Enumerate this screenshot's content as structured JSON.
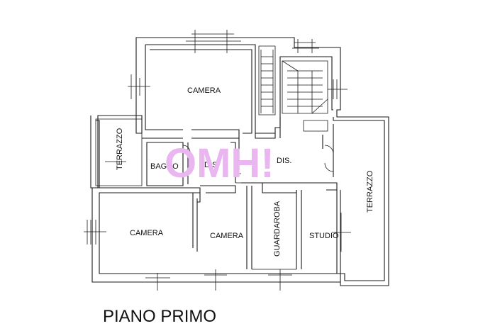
{
  "plan": {
    "title": "PIANO PRIMO",
    "watermark": "OMH!",
    "rooms": {
      "camera_top": "CAMERA",
      "terrazzo_left": "TERRAZZO",
      "bagno": "BAGNO",
      "dis_left": "DIS.",
      "dis_right": "DIS.",
      "terrazzo_right": "TERRAZZO",
      "camera_left": "CAMERA",
      "camera_mid": "CAMERA",
      "guardaroba": "GUARDAROBA",
      "studio": "STUDIO"
    }
  },
  "colors": {
    "walls": "#1a1a1a",
    "watermark": "#e9b6f0"
  }
}
